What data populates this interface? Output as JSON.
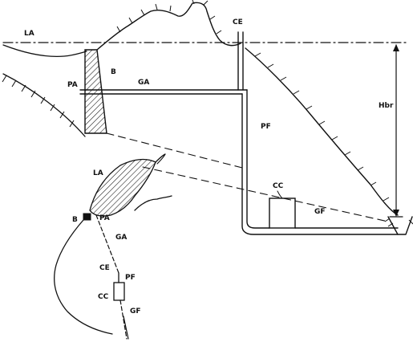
{
  "labels": {
    "lake": "LA",
    "dam": "B",
    "intake": "PA",
    "tunnel": "GA",
    "surge_tank": "CE",
    "penstock": "PF",
    "powerhouse": "CC",
    "tailrace": "GF",
    "gross_head": "Hbr"
  },
  "plan_labels": {
    "lake": "LA",
    "dam": "B",
    "intake": "PA",
    "tunnel": "GA",
    "surge_tank": "CE",
    "penstock": "PF",
    "powerhouse": "CC",
    "tailrace": "GF"
  },
  "colors": {
    "ink": "#111111",
    "paper": "#ffffff"
  }
}
